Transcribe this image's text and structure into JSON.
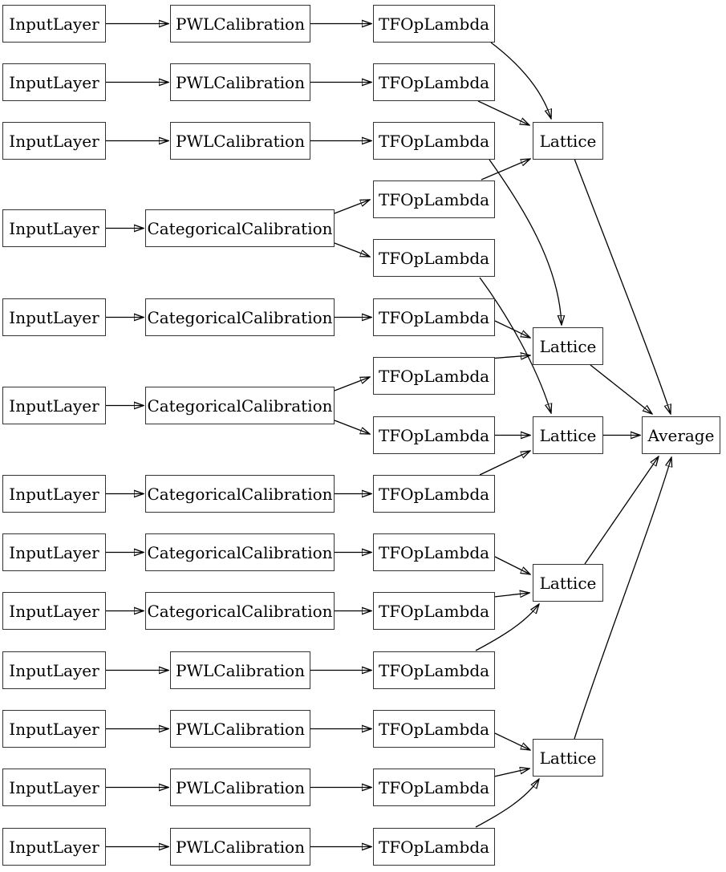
{
  "diagram": {
    "kind": "keras-model-architecture-graph",
    "background_color": "#ffffff",
    "node_fill_color": "#ffffff",
    "node_border_color": "#333333",
    "edge_color": "#000000",
    "labels": {
      "input": "InputLayer",
      "pwl": "PWLCalibration",
      "categorical": "CategoricalCalibration",
      "tfop": "TFOpLambda",
      "lattice": "Lattice",
      "average": "Average"
    },
    "nodes": [
      {
        "id": "input_1",
        "label": "InputLayer"
      },
      {
        "id": "input_2",
        "label": "InputLayer"
      },
      {
        "id": "input_3",
        "label": "InputLayer"
      },
      {
        "id": "input_4",
        "label": "InputLayer"
      },
      {
        "id": "input_5",
        "label": "InputLayer"
      },
      {
        "id": "input_6",
        "label": "InputLayer"
      },
      {
        "id": "input_7",
        "label": "InputLayer"
      },
      {
        "id": "input_8",
        "label": "InputLayer"
      },
      {
        "id": "input_9",
        "label": "InputLayer"
      },
      {
        "id": "input_10",
        "label": "InputLayer"
      },
      {
        "id": "input_11",
        "label": "InputLayer"
      },
      {
        "id": "input_12",
        "label": "InputLayer"
      },
      {
        "id": "input_13",
        "label": "InputLayer"
      },
      {
        "id": "pwl_1",
        "label": "PWLCalibration"
      },
      {
        "id": "pwl_2",
        "label": "PWLCalibration"
      },
      {
        "id": "pwl_3",
        "label": "PWLCalibration"
      },
      {
        "id": "cat_4",
        "label": "CategoricalCalibration"
      },
      {
        "id": "cat_5",
        "label": "CategoricalCalibration"
      },
      {
        "id": "cat_6",
        "label": "CategoricalCalibration"
      },
      {
        "id": "cat_7",
        "label": "CategoricalCalibration"
      },
      {
        "id": "cat_8",
        "label": "CategoricalCalibration"
      },
      {
        "id": "cat_9",
        "label": "CategoricalCalibration"
      },
      {
        "id": "pwl_10",
        "label": "PWLCalibration"
      },
      {
        "id": "pwl_11",
        "label": "PWLCalibration"
      },
      {
        "id": "pwl_12",
        "label": "PWLCalibration"
      },
      {
        "id": "pwl_13",
        "label": "PWLCalibration"
      },
      {
        "id": "tfop_1",
        "label": "TFOpLambda"
      },
      {
        "id": "tfop_2",
        "label": "TFOpLambda"
      },
      {
        "id": "tfop_3",
        "label": "TFOpLambda"
      },
      {
        "id": "tfop_4",
        "label": "TFOpLambda"
      },
      {
        "id": "tfop_5",
        "label": "TFOpLambda"
      },
      {
        "id": "tfop_6",
        "label": "TFOpLambda"
      },
      {
        "id": "tfop_7",
        "label": "TFOpLambda"
      },
      {
        "id": "tfop_8",
        "label": "TFOpLambda"
      },
      {
        "id": "tfop_9",
        "label": "TFOpLambda"
      },
      {
        "id": "tfop_10",
        "label": "TFOpLambda"
      },
      {
        "id": "tfop_11",
        "label": "TFOpLambda"
      },
      {
        "id": "tfop_12",
        "label": "TFOpLambda"
      },
      {
        "id": "tfop_13",
        "label": "TFOpLambda"
      },
      {
        "id": "tfop_14",
        "label": "TFOpLambda"
      },
      {
        "id": "tfop_15",
        "label": "TFOpLambda"
      },
      {
        "id": "lattice_1",
        "label": "Lattice"
      },
      {
        "id": "lattice_2",
        "label": "Lattice"
      },
      {
        "id": "lattice_3",
        "label": "Lattice"
      },
      {
        "id": "lattice_4",
        "label": "Lattice"
      },
      {
        "id": "lattice_5",
        "label": "Lattice"
      },
      {
        "id": "average",
        "label": "Average"
      }
    ],
    "edges": [
      [
        "input_1",
        "pwl_1"
      ],
      [
        "input_2",
        "pwl_2"
      ],
      [
        "input_3",
        "pwl_3"
      ],
      [
        "input_4",
        "cat_4"
      ],
      [
        "input_5",
        "cat_5"
      ],
      [
        "input_6",
        "cat_6"
      ],
      [
        "input_7",
        "cat_7"
      ],
      [
        "input_8",
        "cat_8"
      ],
      [
        "input_9",
        "cat_9"
      ],
      [
        "input_10",
        "pwl_10"
      ],
      [
        "input_11",
        "pwl_11"
      ],
      [
        "input_12",
        "pwl_12"
      ],
      [
        "input_13",
        "pwl_13"
      ],
      [
        "pwl_1",
        "tfop_1"
      ],
      [
        "pwl_2",
        "tfop_2"
      ],
      [
        "pwl_3",
        "tfop_3"
      ],
      [
        "cat_4",
        "tfop_4"
      ],
      [
        "cat_4",
        "tfop_5"
      ],
      [
        "cat_5",
        "tfop_6"
      ],
      [
        "cat_6",
        "tfop_7"
      ],
      [
        "cat_6",
        "tfop_8"
      ],
      [
        "cat_7",
        "tfop_9"
      ],
      [
        "cat_8",
        "tfop_10"
      ],
      [
        "cat_9",
        "tfop_11"
      ],
      [
        "pwl_10",
        "tfop_12"
      ],
      [
        "pwl_11",
        "tfop_13"
      ],
      [
        "pwl_12",
        "tfop_14"
      ],
      [
        "pwl_13",
        "tfop_15"
      ],
      [
        "tfop_1",
        "lattice_1"
      ],
      [
        "tfop_2",
        "lattice_1"
      ],
      [
        "tfop_4",
        "lattice_1"
      ],
      [
        "tfop_3",
        "lattice_2"
      ],
      [
        "tfop_6",
        "lattice_2"
      ],
      [
        "tfop_7",
        "lattice_2"
      ],
      [
        "tfop_5",
        "lattice_3"
      ],
      [
        "tfop_8",
        "lattice_3"
      ],
      [
        "tfop_9",
        "lattice_3"
      ],
      [
        "tfop_10",
        "lattice_4"
      ],
      [
        "tfop_11",
        "lattice_4"
      ],
      [
        "tfop_12",
        "lattice_4"
      ],
      [
        "tfop_13",
        "lattice_5"
      ],
      [
        "tfop_14",
        "lattice_5"
      ],
      [
        "tfop_15",
        "lattice_5"
      ],
      [
        "lattice_1",
        "average"
      ],
      [
        "lattice_2",
        "average"
      ],
      [
        "lattice_3",
        "average"
      ],
      [
        "lattice_4",
        "average"
      ],
      [
        "lattice_5",
        "average"
      ]
    ]
  }
}
